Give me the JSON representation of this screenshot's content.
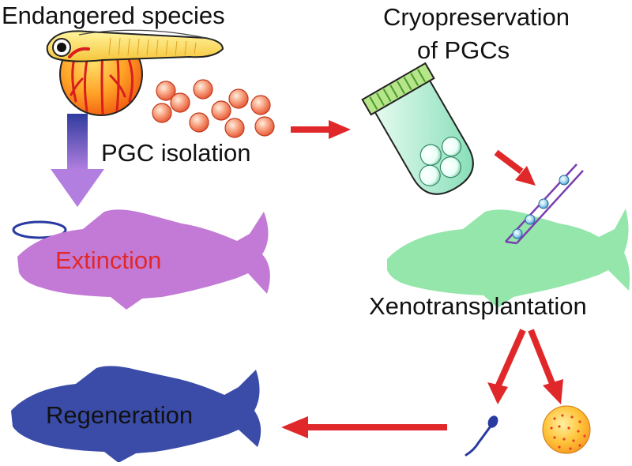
{
  "labels": {
    "endangered": "Endangered species",
    "cryo_line1": "Cryopreservation",
    "cryo_line2": "of PGCs",
    "pgc_isolation": "PGC isolation",
    "extinction": "Extinction",
    "xenotransplantation": "Xenotransplantation",
    "regeneration": "Regeneration"
  },
  "colors": {
    "arrow_red": "#e0282a",
    "extinction_text": "#e0282a",
    "extinct_fish": "#c27ad6",
    "surrogate_fish": "#95e6ab",
    "regenerated_fish": "#3a4ca8",
    "halo": "#2a3aa0",
    "pgc_cell": "#f07b57",
    "vial_glass": "#b8f0d8",
    "cap": "#88c858",
    "needle": "#7a3fb0"
  },
  "icons": [
    "larva-with-yolk-icon",
    "pgc-cells-icon",
    "cryovial-icon",
    "injection-needle-icon",
    "halo-icon",
    "sperm-icon",
    "egg-icon"
  ]
}
